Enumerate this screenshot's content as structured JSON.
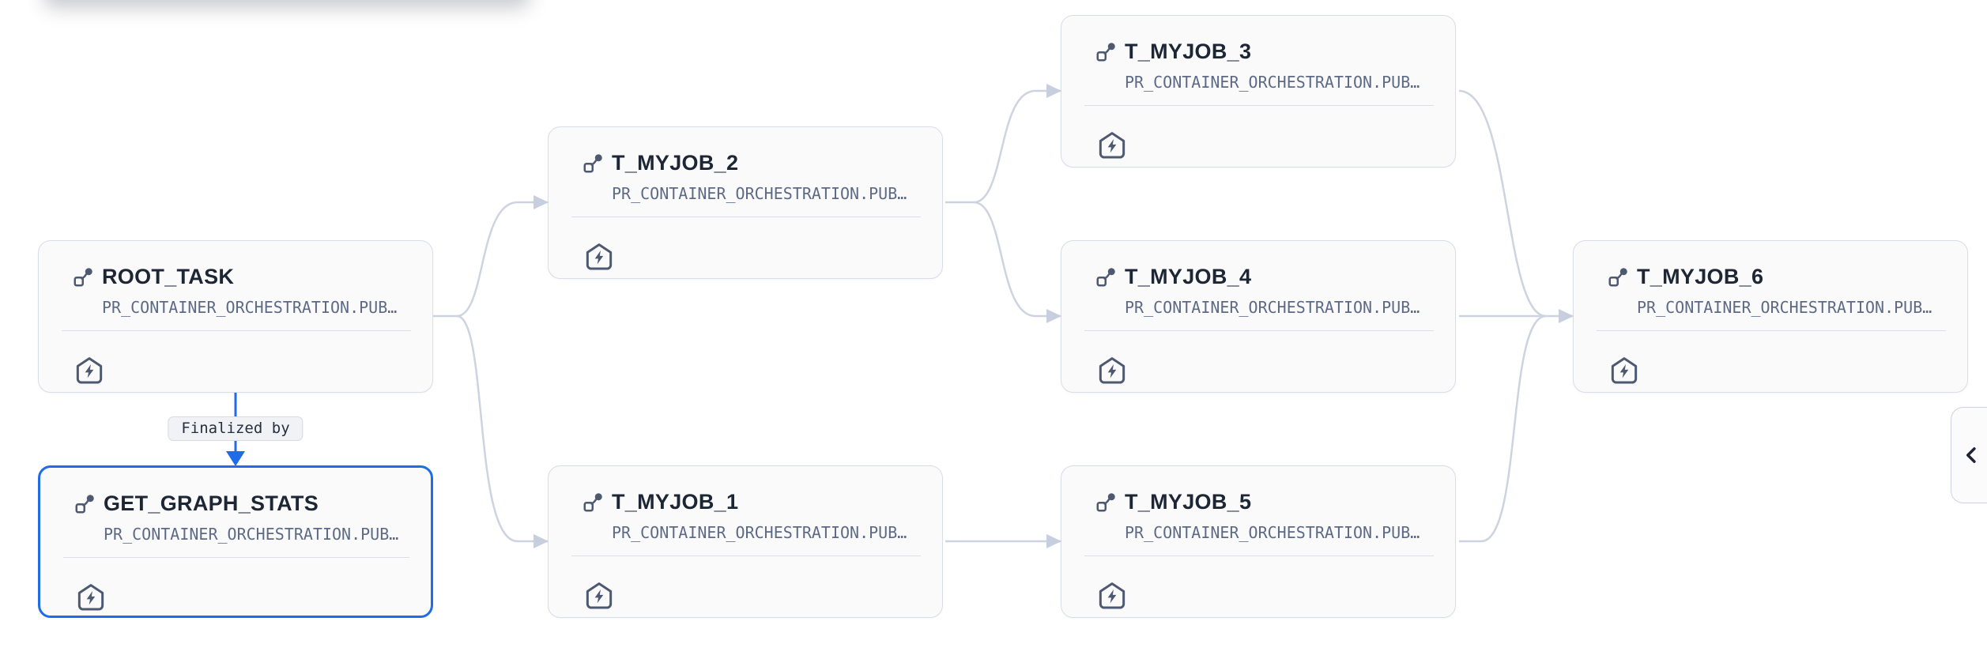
{
  "view": "task-graph",
  "colors": {
    "selected_blue": "#1f6ce8",
    "edge_gray": "#cdd3e0",
    "card_bg": "#fafafb",
    "card_border": "#d9dde6",
    "title_text": "#1d2634",
    "schema_text": "#5d6a86"
  },
  "nodes": {
    "root_task": {
      "title": "ROOT_TASK",
      "schema": "PR_CONTAINER_ORCHESTRATION.PUB…",
      "selected": false
    },
    "get_graph_stats": {
      "title": "GET_GRAPH_STATS",
      "schema": "PR_CONTAINER_ORCHESTRATION.PUB…",
      "selected": true
    },
    "t_myjob_1": {
      "title": "T_MYJOB_1",
      "schema": "PR_CONTAINER_ORCHESTRATION.PUB…",
      "selected": false
    },
    "t_myjob_2": {
      "title": "T_MYJOB_2",
      "schema": "PR_CONTAINER_ORCHESTRATION.PUB…",
      "selected": false
    },
    "t_myjob_3": {
      "title": "T_MYJOB_3",
      "schema": "PR_CONTAINER_ORCHESTRATION.PUB…",
      "selected": false
    },
    "t_myjob_4": {
      "title": "T_MYJOB_4",
      "schema": "PR_CONTAINER_ORCHESTRATION.PUB…",
      "selected": false
    },
    "t_myjob_5": {
      "title": "T_MYJOB_5",
      "schema": "PR_CONTAINER_ORCHESTRATION.PUB…",
      "selected": false
    },
    "t_myjob_6": {
      "title": "T_MYJOB_6",
      "schema": "PR_CONTAINER_ORCHESTRATION.PUB…",
      "selected": false
    }
  },
  "edges": [
    {
      "from": "root_task",
      "to": "t_myjob_2"
    },
    {
      "from": "root_task",
      "to": "t_myjob_1"
    },
    {
      "from": "root_task",
      "to": "get_graph_stats",
      "label": "Finalized by"
    },
    {
      "from": "t_myjob_2",
      "to": "t_myjob_3"
    },
    {
      "from": "t_myjob_2",
      "to": "t_myjob_4"
    },
    {
      "from": "t_myjob_1",
      "to": "t_myjob_5"
    },
    {
      "from": "t_myjob_3",
      "to": "t_myjob_6"
    },
    {
      "from": "t_myjob_4",
      "to": "t_myjob_6"
    },
    {
      "from": "t_myjob_5",
      "to": "t_myjob_6"
    }
  ],
  "edge_labels": {
    "finalized_by": "Finalized by"
  },
  "icons": {
    "task_type": "task-icon",
    "run_mode": "serverless-task-icon",
    "panel": "chevron-left-icon"
  }
}
